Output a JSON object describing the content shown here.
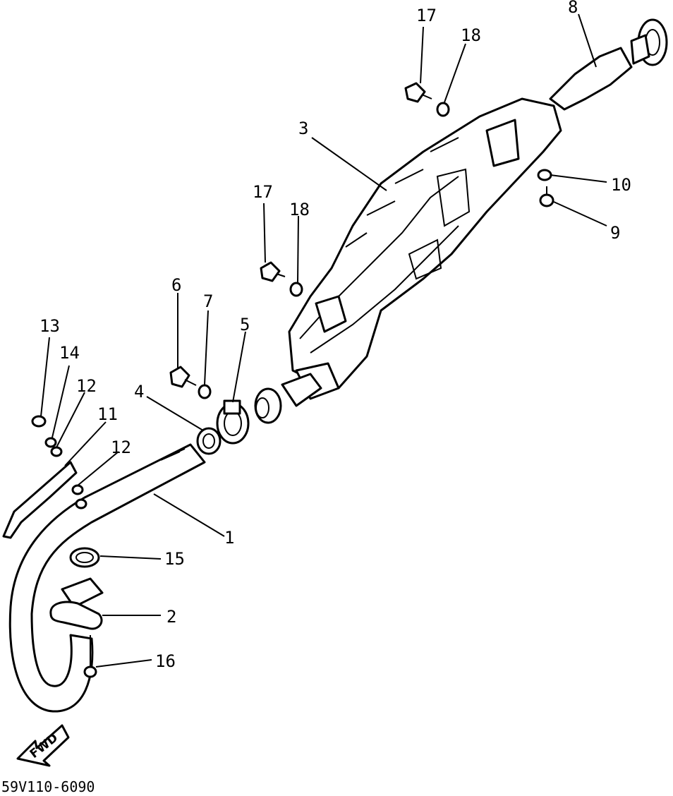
{
  "diagram": {
    "callouts": [
      "17",
      "18",
      "8",
      "3",
      "10",
      "9",
      "17",
      "18",
      "6",
      "7",
      "5",
      "13",
      "14",
      "12",
      "4",
      "11",
      "12",
      "1",
      "15",
      "2",
      "16"
    ],
    "direction_label": "FWD",
    "drawing_code": "59V110-6090"
  }
}
